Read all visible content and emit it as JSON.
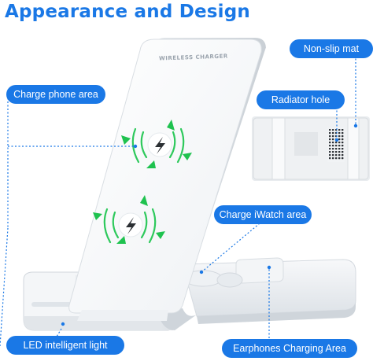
{
  "title": "Appearance and Design",
  "device_label": "WIRELESS CHARGER",
  "callouts": {
    "non_slip_mat": "Non-slip mat",
    "radiator_hole": "Radiator hole",
    "charge_phone_area": "Charge phone area",
    "charge_iwatch_area": "Charge iWatch area",
    "led_light": "LED intelligent light",
    "earphones_area": "Earphones Charging Area"
  },
  "colors": {
    "accent": "#1a78e6",
    "coil_green": "#2ec95c",
    "arrow_green": "#1fc24f"
  },
  "icons": [
    "lightning-bolt-icon",
    "inward-arrow-icon"
  ]
}
